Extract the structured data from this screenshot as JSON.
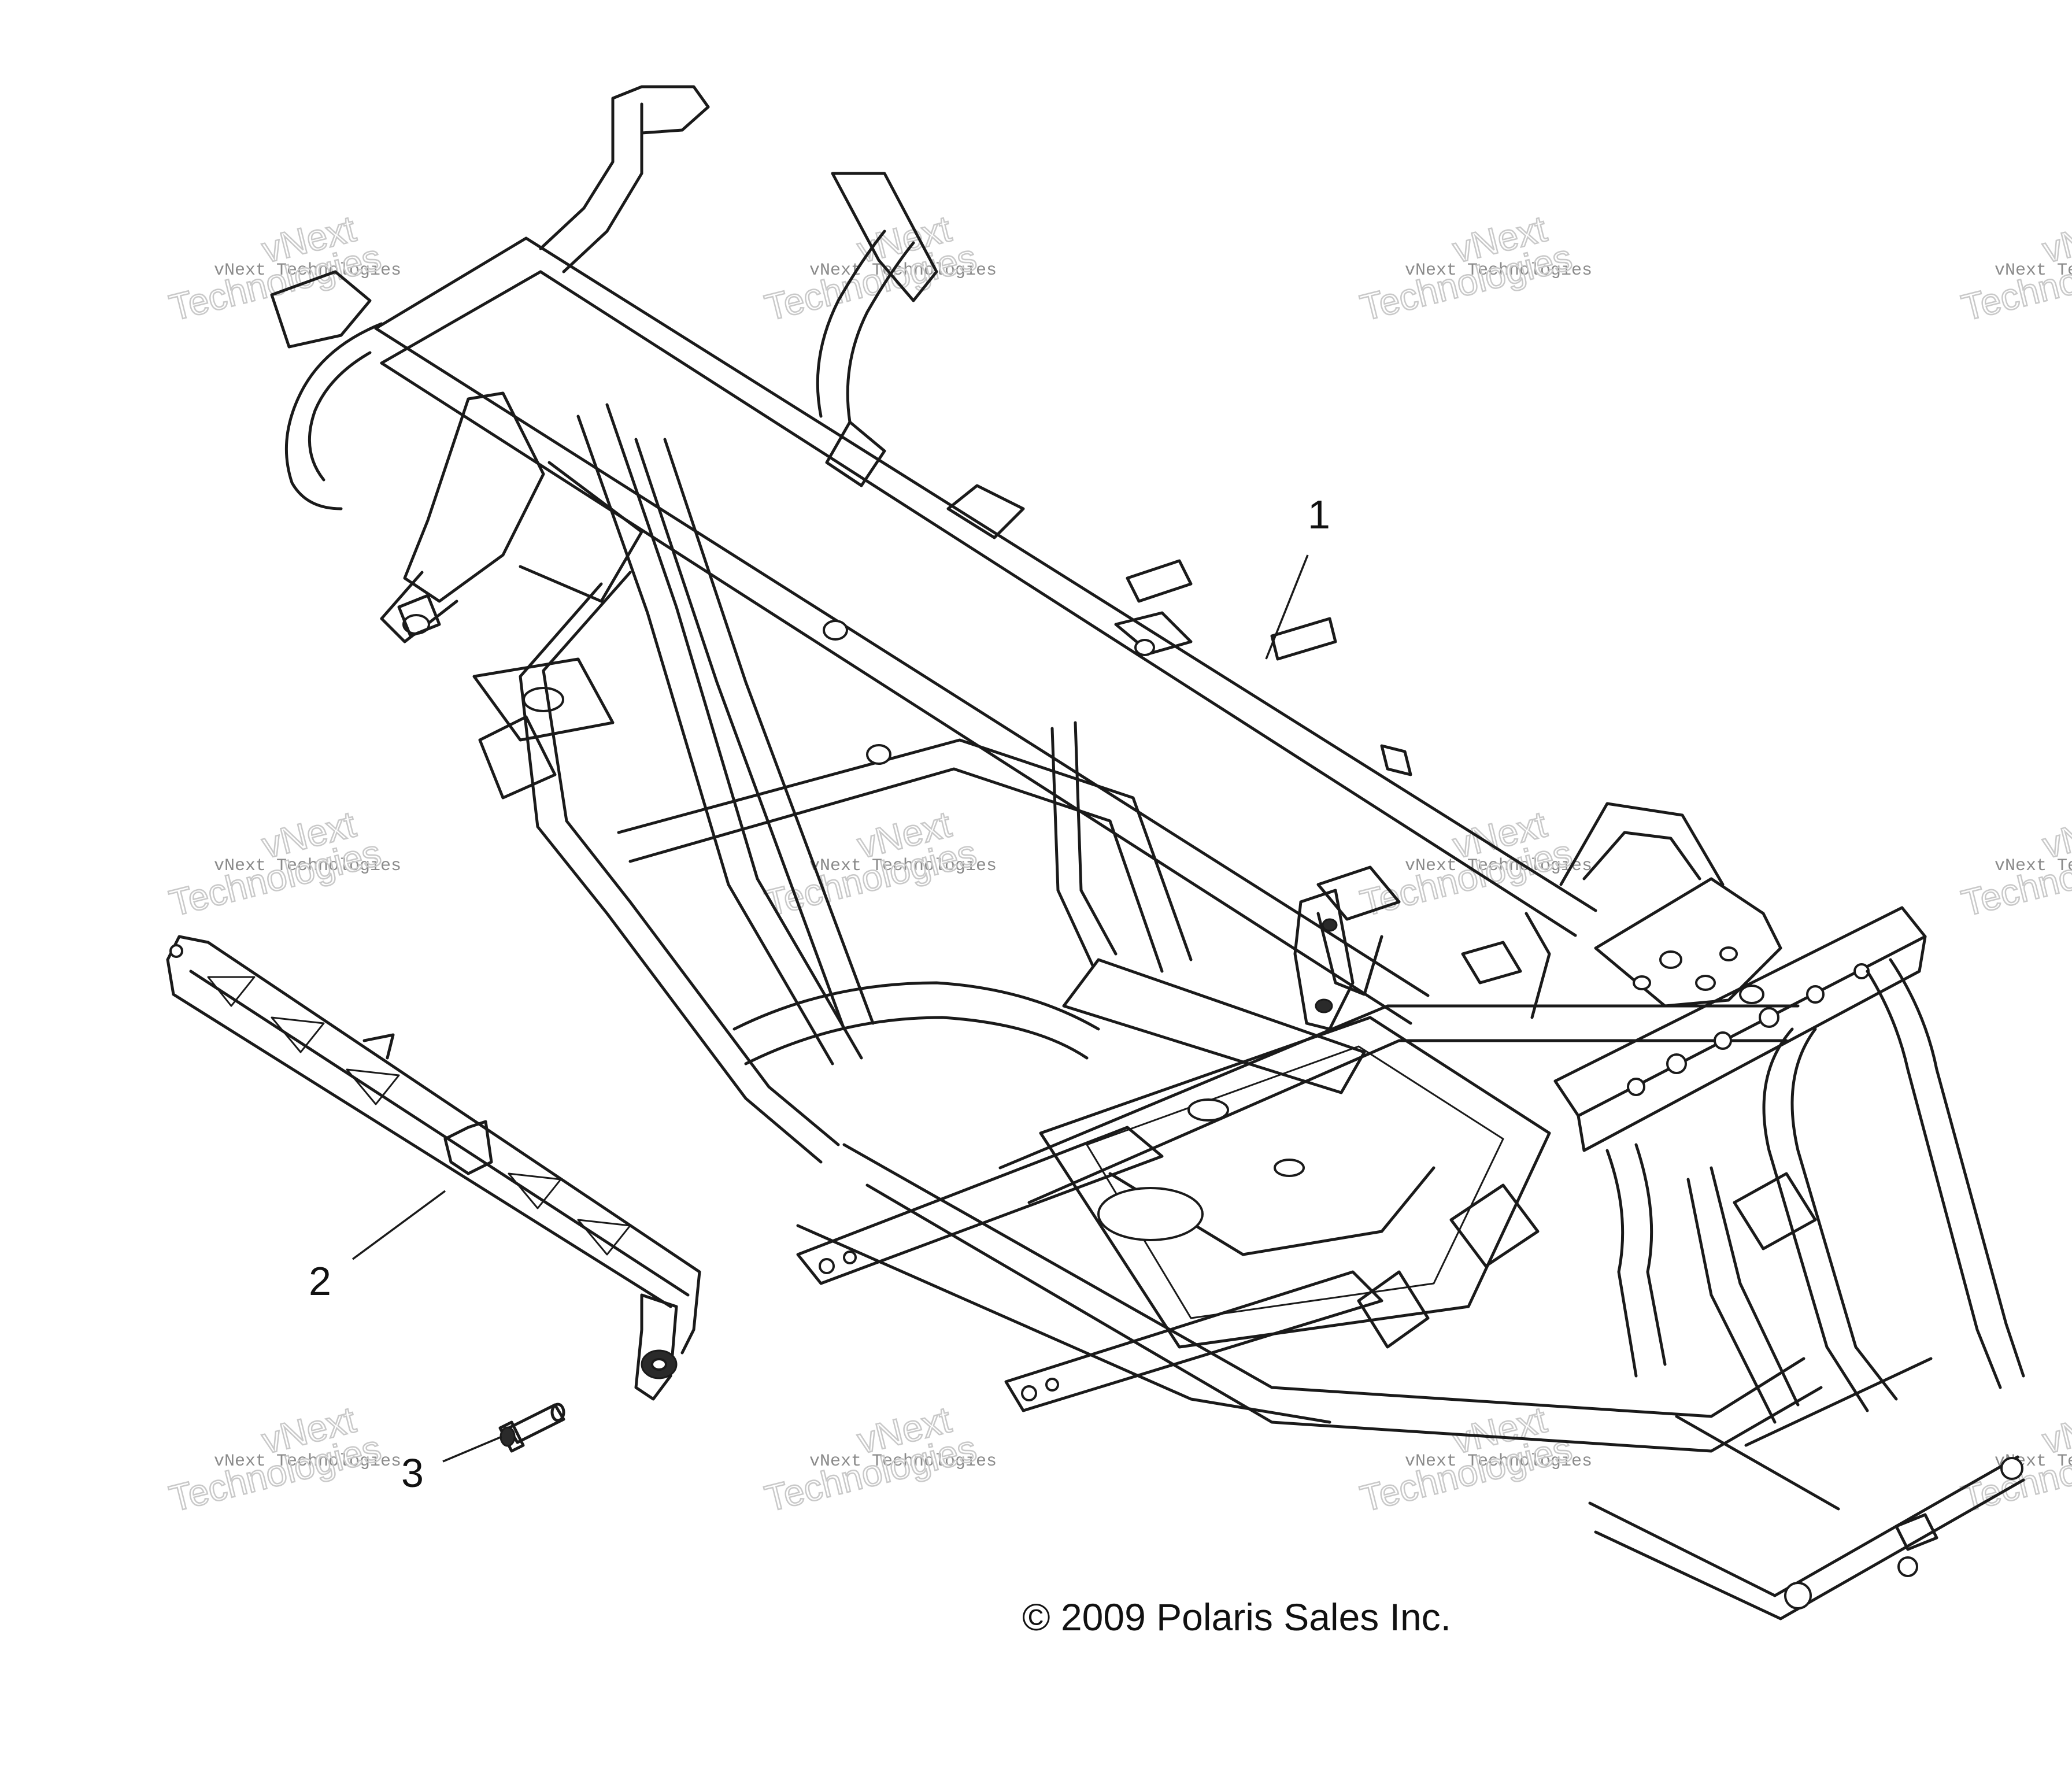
{
  "callouts": [
    {
      "id": "1",
      "label": "1"
    },
    {
      "id": "2",
      "label": "2"
    },
    {
      "id": "3",
      "label": "3"
    }
  ],
  "copyright": "© 2009 Polaris Sales Inc.",
  "watermark": {
    "line_small": "vNext Technologies",
    "line_big_top": "vNext",
    "line_big_bottom": "Technologies"
  }
}
